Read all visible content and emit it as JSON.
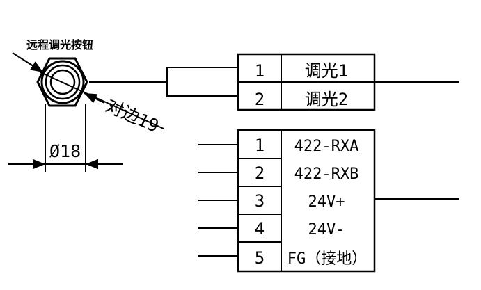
{
  "button": {
    "title": "远程调光按钮",
    "across_flats": "对边19",
    "diameter": "Ø18"
  },
  "dimming_connector": {
    "pins": [
      {
        "number": "1",
        "signal": "调光1"
      },
      {
        "number": "2",
        "signal": "调光2"
      }
    ]
  },
  "main_connector": {
    "pins": [
      {
        "number": "1",
        "signal": "422-RXA"
      },
      {
        "number": "2",
        "signal": "422-RXB"
      },
      {
        "number": "3",
        "signal": "24V+"
      },
      {
        "number": "4",
        "signal": "24V-"
      },
      {
        "number": "5",
        "signal": "FG（接地）"
      }
    ]
  }
}
